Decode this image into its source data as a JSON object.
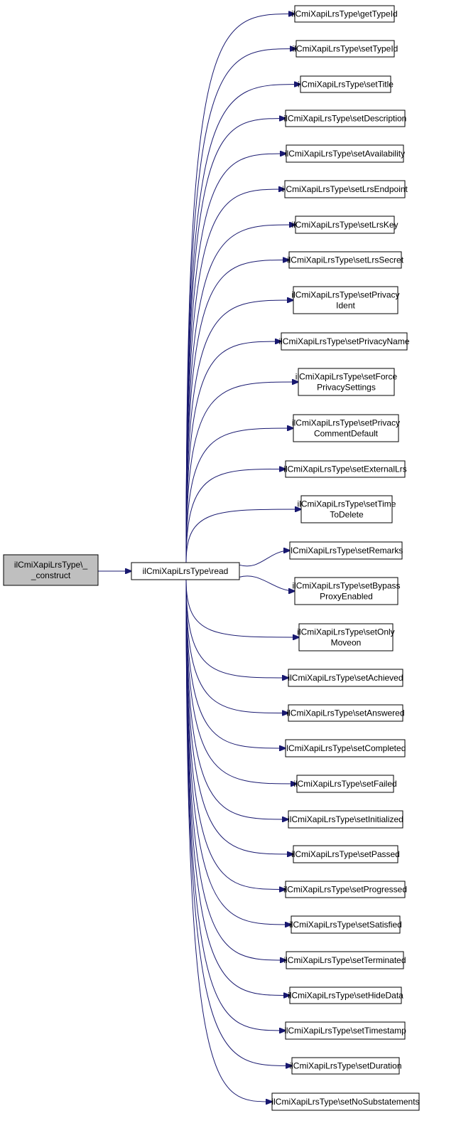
{
  "colors": {
    "edge": "#191970",
    "node_border": "#000000",
    "node_fill": "#ffffff",
    "root_fill": "#bfbfbf"
  },
  "root": {
    "lines": [
      "ilCmiXapiLrsType\\_",
      "_construct"
    ]
  },
  "hub": {
    "lines": [
      "ilCmiXapiLrsType\\read"
    ]
  },
  "callees": [
    {
      "lines": [
        "ilCmiXapiLrsType\\getTypeId"
      ]
    },
    {
      "lines": [
        "ilCmiXapiLrsType\\setTypeId"
      ]
    },
    {
      "lines": [
        "ilCmiXapiLrsType\\setTitle"
      ]
    },
    {
      "lines": [
        "ilCmiXapiLrsType\\setDescription"
      ]
    },
    {
      "lines": [
        "ilCmiXapiLrsType\\setAvailability"
      ]
    },
    {
      "lines": [
        "ilCmiXapiLrsType\\setLrsEndpoint"
      ]
    },
    {
      "lines": [
        "ilCmiXapiLrsType\\setLrsKey"
      ]
    },
    {
      "lines": [
        "ilCmiXapiLrsType\\setLrsSecret"
      ]
    },
    {
      "lines": [
        "ilCmiXapiLrsType\\setPrivacy",
        "Ident"
      ]
    },
    {
      "lines": [
        "ilCmiXapiLrsType\\setPrivacyName"
      ]
    },
    {
      "lines": [
        "ilCmiXapiLrsType\\setForce",
        "PrivacySettings"
      ]
    },
    {
      "lines": [
        "ilCmiXapiLrsType\\setPrivacy",
        "CommentDefault"
      ]
    },
    {
      "lines": [
        "ilCmiXapiLrsType\\setExternalLrs"
      ]
    },
    {
      "lines": [
        "ilCmiXapiLrsType\\setTime",
        "ToDelete"
      ]
    },
    {
      "lines": [
        "ilCmiXapiLrsType\\setRemarks"
      ]
    },
    {
      "lines": [
        "ilCmiXapiLrsType\\setBypass",
        "ProxyEnabled"
      ]
    },
    {
      "lines": [
        "ilCmiXapiLrsType\\setOnly",
        "Moveon"
      ]
    },
    {
      "lines": [
        "ilCmiXapiLrsType\\setAchieved"
      ]
    },
    {
      "lines": [
        "ilCmiXapiLrsType\\setAnswered"
      ]
    },
    {
      "lines": [
        "ilCmiXapiLrsType\\setCompleted"
      ]
    },
    {
      "lines": [
        "ilCmiXapiLrsType\\setFailed"
      ]
    },
    {
      "lines": [
        "ilCmiXapiLrsType\\setInitialized"
      ]
    },
    {
      "lines": [
        "ilCmiXapiLrsType\\setPassed"
      ]
    },
    {
      "lines": [
        "ilCmiXapiLrsType\\setProgressed"
      ]
    },
    {
      "lines": [
        "ilCmiXapiLrsType\\setSatisfied"
      ]
    },
    {
      "lines": [
        "ilCmiXapiLrsType\\setTerminated"
      ]
    },
    {
      "lines": [
        "ilCmiXapiLrsType\\setHideData"
      ]
    },
    {
      "lines": [
        "ilCmiXapiLrsType\\setTimestamp"
      ]
    },
    {
      "lines": [
        "ilCmiXapiLrsType\\setDuration"
      ]
    },
    {
      "lines": [
        "ilCmiXapiLrsType\\setNoSubstatements"
      ]
    }
  ]
}
